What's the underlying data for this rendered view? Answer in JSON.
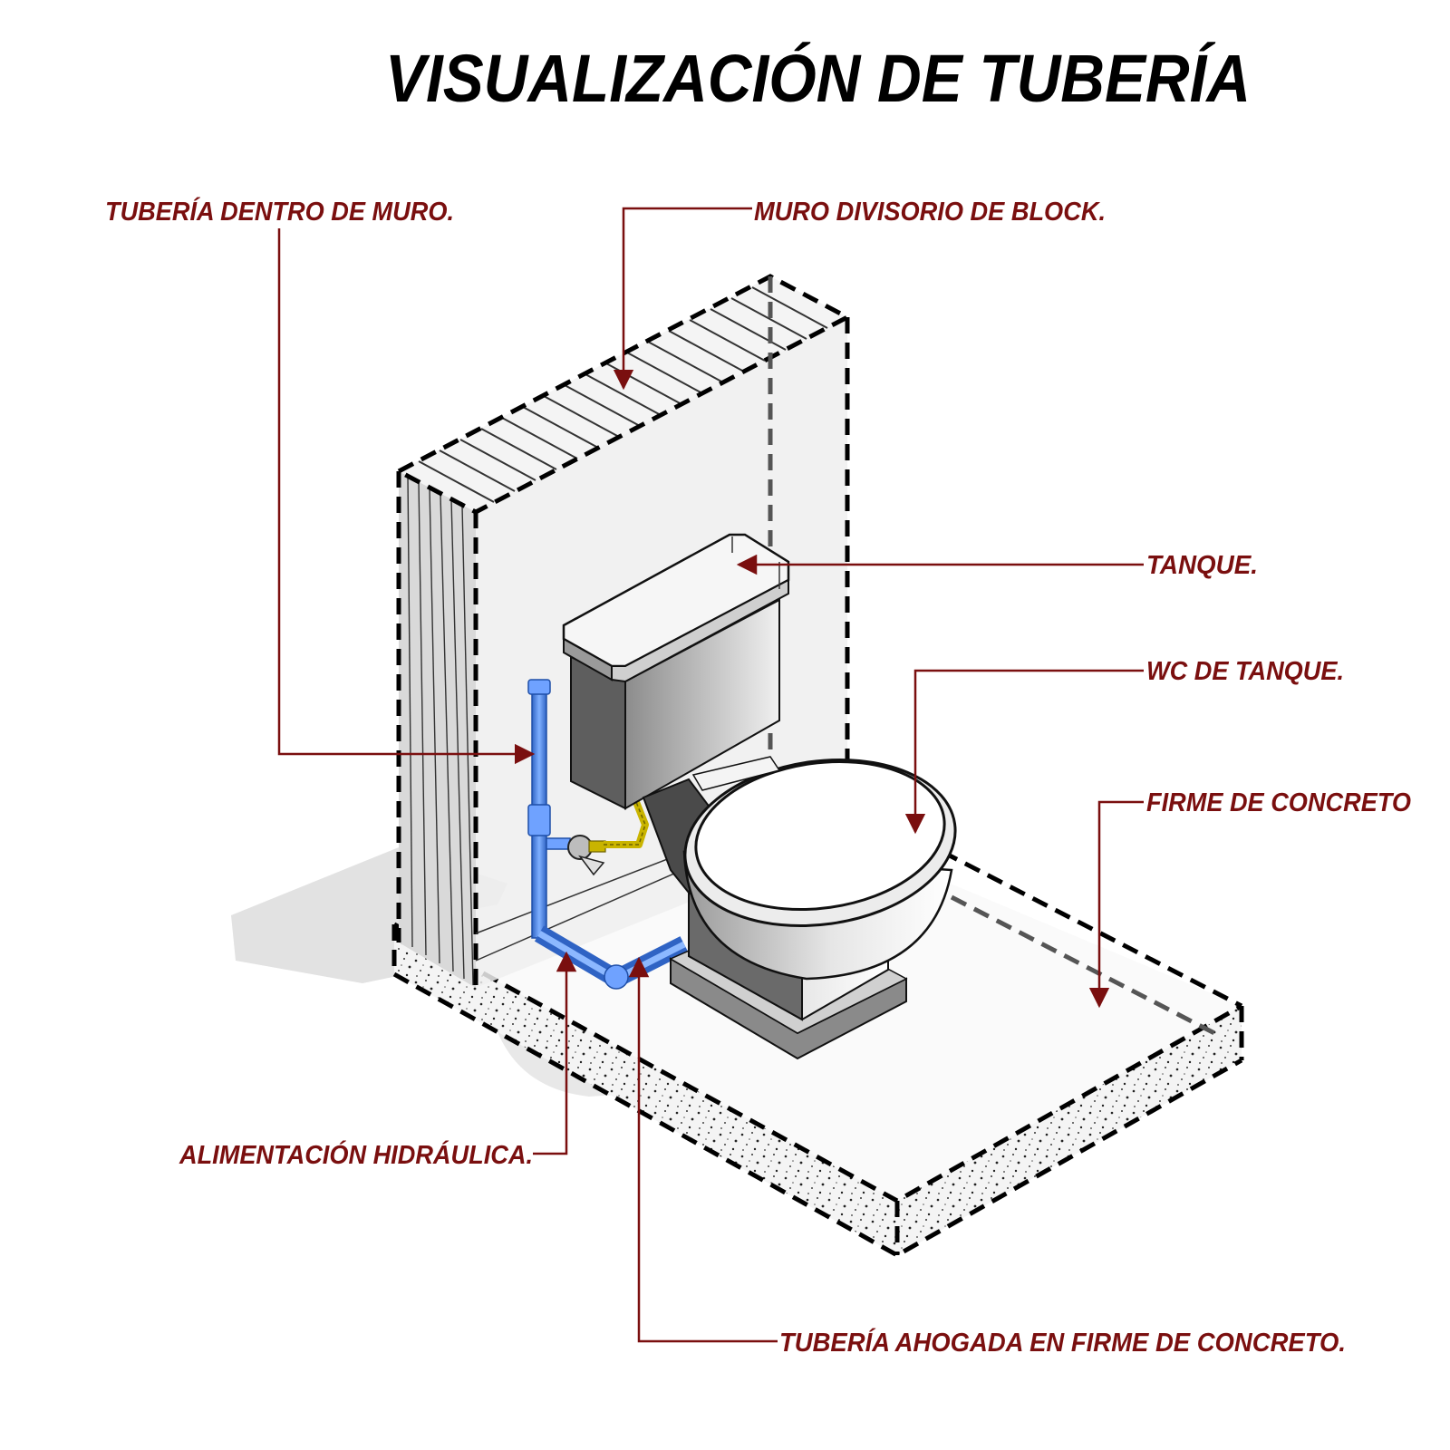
{
  "title": "VISUALIZACIÓN DE TUBERÍA",
  "colors": {
    "callout": "#7a0f0f",
    "pipe": "#5b8fe8",
    "pipe_dark": "#2f63c4",
    "supply_hose": "#c9b400",
    "wall_fill": "#eeeeee",
    "slab_fill": "#f1f1f1",
    "fixture_fill": "#d8d8d8"
  },
  "callouts": {
    "pipe_in_wall": "TUBERÍA DENTRO DE MURO.",
    "block_wall": "MURO DIVISORIO DE BLOCK.",
    "tank": "TANQUE.",
    "wc": "WC DE TANQUE.",
    "slab": "FIRME DE CONCRETO",
    "water_supply": "ALIMENTACIÓN HIDRÁULICA.",
    "embedded_pipe": "TUBERÍA AHOGADA EN FIRME DE CONCRETO."
  }
}
